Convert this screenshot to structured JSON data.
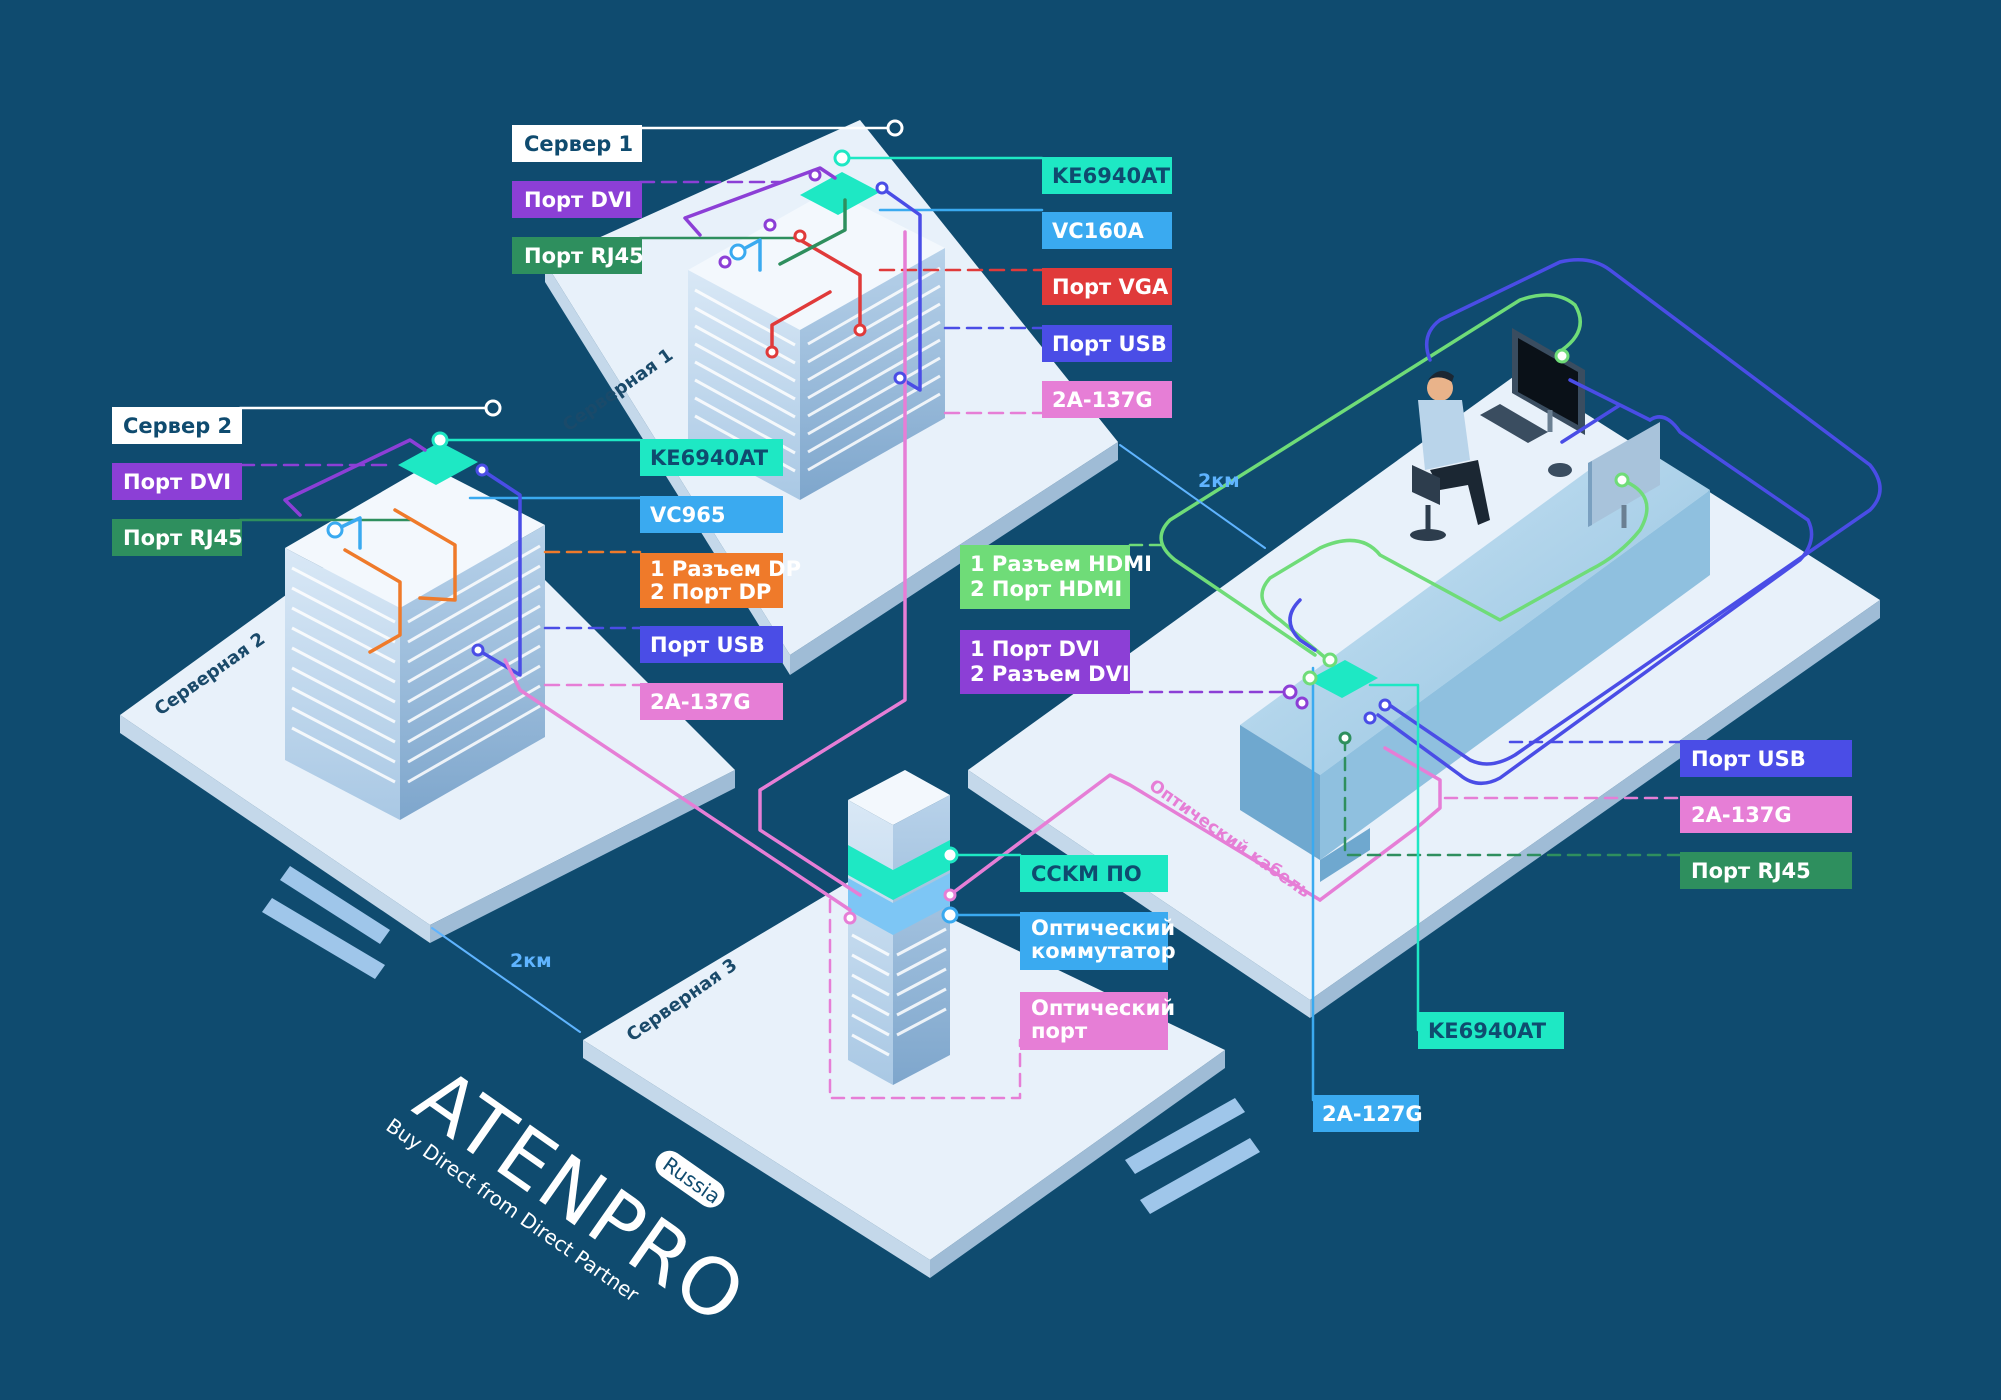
{
  "colors": {
    "background": "#0f4b6f",
    "platform_top": "#e8f1fa",
    "teal": "#1ee8c4",
    "green": "#2e8f5e",
    "purple": "#8c3fd6",
    "blue": "#4a4de6",
    "sky": "#3aaaf0",
    "red": "#e03a3a",
    "pink": "#e67ed6",
    "orange": "#ef7a2a",
    "lightgreen": "#6fdc78"
  },
  "rooms": {
    "room1": "Серверная 1",
    "room2": "Серверная 2",
    "room3": "Серверная 3"
  },
  "distances": {
    "d1": "2км",
    "d2": "2км"
  },
  "optical_cable": "Оптический кабель",
  "labels": {
    "server1": {
      "title": "Сервер 1",
      "dvi": "Порт DVI",
      "rj45": "Порт RJ45"
    },
    "server2": {
      "title": "Сервер 2",
      "dvi": "Порт DVI",
      "rj45": "Порт RJ45"
    },
    "room1_right": {
      "ke": "KE6940AT",
      "vc": "VC160A",
      "vga": "Порт VGA",
      "usb": "Порт USB",
      "cable": "2A-137G"
    },
    "room2_right": {
      "ke": "KE6940AT",
      "vc": "VC965",
      "dp1": "1 Разъем DP",
      "dp2": "2 Порт DP",
      "usb": "Порт USB",
      "cable": "2A-137G"
    },
    "workstation": {
      "hdmi1": "1 Разъем HDMI",
      "hdmi2": "2 Порт HDMI",
      "dvi1": "1 Порт DVI",
      "dvi2": "2 Разъем DVI"
    },
    "right_side": {
      "usb": "Порт USB",
      "cable": "2A-137G",
      "rj45": "Порт RJ45",
      "ke": "KE6940AT",
      "cable2": "2A-127G"
    },
    "room3": {
      "cckm": "CCKM ПО",
      "switch1": "Оптический",
      "switch2": "коммутатор",
      "port1": "Оптический",
      "port2": "порт"
    }
  },
  "logo": {
    "name": "ATENPRO",
    "badge": "Russia",
    "tagline": "Buy Direct from Direct Partner"
  }
}
